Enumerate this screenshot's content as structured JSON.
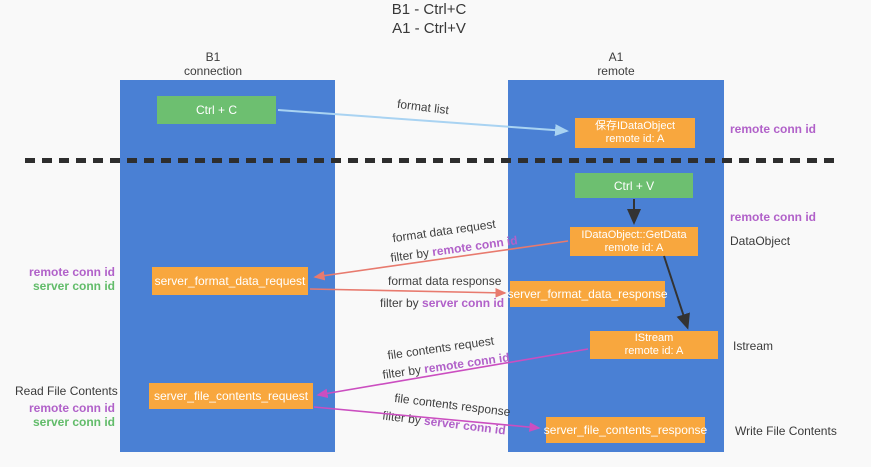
{
  "title": {
    "line1": "B1 - Ctrl+C",
    "line2": "A1 - Ctrl+V"
  },
  "lifelines": {
    "b1": {
      "name": "B1",
      "subtitle": "connection"
    },
    "a1": {
      "name": "A1",
      "subtitle": "remote"
    }
  },
  "nodes": {
    "ctrl_c": {
      "label": "Ctrl + C"
    },
    "save_idataobject": {
      "line1": "保存IDataObject",
      "line2": "remote id: A"
    },
    "ctrl_v": {
      "label": "Ctrl + V"
    },
    "getdata": {
      "line1": "IDataObject::GetData",
      "line2": "remote id: A"
    },
    "format_request": {
      "label": "server_format_data_request"
    },
    "format_response": {
      "label": "server_format_data_response"
    },
    "istream": {
      "line1": "IStream",
      "line2": "remote id: A"
    },
    "file_request": {
      "label": "server_file_contents_request"
    },
    "file_response": {
      "label": "server_file_contents_response"
    }
  },
  "edges": {
    "format_list": {
      "label": "format list"
    },
    "format_data_request": {
      "label": "format data request",
      "filter_prefix": "filter by ",
      "filter_key": "remote conn id"
    },
    "format_data_response": {
      "label": "format data response",
      "filter_prefix": "filter by ",
      "filter_key": "server conn id"
    },
    "file_contents_request": {
      "label": "file contents request",
      "filter_prefix": "filter by ",
      "filter_key": "remote conn id"
    },
    "file_contents_response": {
      "label": "file contents response",
      "filter_prefix": "filter by ",
      "filter_key": "server conn id"
    }
  },
  "side_labels": {
    "right_top_remote_conn_id": "remote conn id",
    "right_mid_remote_conn_id": "remote conn id",
    "right_dataobject": "DataObject",
    "right_istream": "Istream",
    "right_write_file_contents": "Write File Contents",
    "left_remote_conn_id": "remote conn id",
    "left_server_conn_id": "server conn id",
    "left_read_file_contents": "Read File Contents",
    "left_remote_conn_id_2": "remote conn id",
    "left_server_conn_id_2": "server conn id"
  },
  "colors": {
    "column_blue": "#4a80d4",
    "box_green": "#6dbf70",
    "box_orange": "#f8a73e",
    "purple_text": "#b161c9",
    "green_text": "#62bc6a",
    "arrow_light_blue": "#a9d3f2",
    "arrow_salmon": "#e87a6e",
    "arrow_magenta": "#cb4ec0",
    "arrow_black": "#333333"
  }
}
